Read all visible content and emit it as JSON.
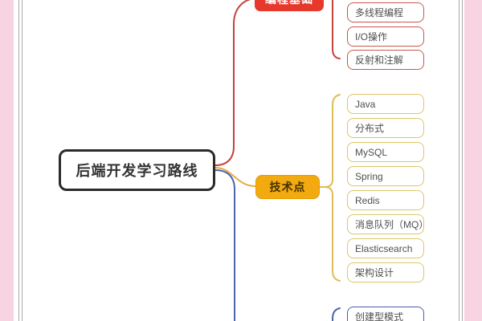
{
  "colors": {
    "background_pink": "#F8D3E1",
    "page_white": "#FFFFFF",
    "page_edge_gray": "#A9A9A9",
    "root_border": "#2B2B2B",
    "red_fill": "#E7382C",
    "red_line": "#C2453D",
    "red_child_border": "#C8574F",
    "yellow_fill": "#F3AA10",
    "yellow_line": "#E8AC3C",
    "yellow_brace": "#DFBC55",
    "yellow_child_border": "#DBC766",
    "blue_line": "#4A64AE",
    "blue_child_border": "#4A5FA8",
    "child_text": "#4F4F4F"
  },
  "mindmap": {
    "root": {
      "label": "后端开发学习路线"
    },
    "branches": [
      {
        "name": "programming-basics",
        "label": "编程基础",
        "color": "#E7382C",
        "children": [
          "多线程编程",
          "I/O操作",
          "反射和注解"
        ]
      },
      {
        "name": "tech-points",
        "label": "技术点",
        "color": "#F3AA10",
        "children": [
          "Java",
          "分布式",
          "MySQL",
          "Spring",
          "Redis",
          "消息队列（MQ）",
          "Elasticsearch",
          "架构设计"
        ]
      },
      {
        "name": "bottom-branch-partially-offscreen",
        "color": "#4A64AE",
        "children": [
          "创建型模式"
        ]
      }
    ]
  }
}
